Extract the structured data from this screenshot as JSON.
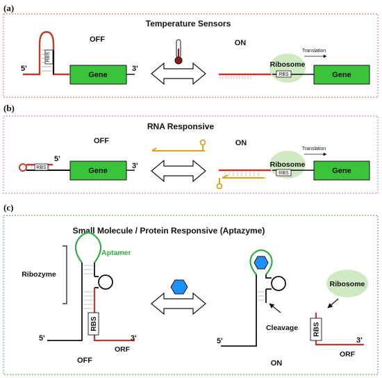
{
  "colors": {
    "panel_a_border": "#e4605a",
    "panel_b_border": "#d45bd4",
    "panel_c_border": "#3aa55a",
    "gene_fill": "#3cc33c",
    "ribosome_fill": "#cfe9c3",
    "mrna_red": "#c0392b",
    "trigger_orange": "#e0a020",
    "aptamer_green": "#33aa44",
    "ligand_blue": "#1e90ff"
  },
  "panel_a": {
    "tag": "(a)",
    "title": "Temperature Sensors",
    "off_label": "OFF",
    "on_label": "ON",
    "five_prime": "5'",
    "three_prime": "3'",
    "rbs": "RBS",
    "gene": "Gene",
    "ribosome": "Ribosome",
    "translation": "Translation",
    "icon": "thermometer-icon"
  },
  "panel_b": {
    "tag": "(b)",
    "title": "RNA Responsive",
    "off_label": "OFF",
    "on_label": "ON",
    "five_prime": "5'",
    "three_prime": "3'",
    "rbs": "RBS",
    "gene": "Gene",
    "ribosome": "Ribosome",
    "translation": "Translation"
  },
  "panel_c": {
    "tag": "(c)",
    "title": "Small Molecule / Protein Responsive (Aptazyme)",
    "aptamer": "Aptamer",
    "ribozyme": "Ribozyme",
    "rbs": "RBS",
    "five_prime": "5'",
    "three_prime": "3'",
    "orf": "ORF",
    "off_label": "OFF",
    "on_label": "ON",
    "cleavage": "Cleavage",
    "ribosome": "Ribosome",
    "five_prime_right": "5'",
    "three_prime_right": "3'",
    "orf_right": "ORF",
    "rbs_right": "RBS"
  }
}
